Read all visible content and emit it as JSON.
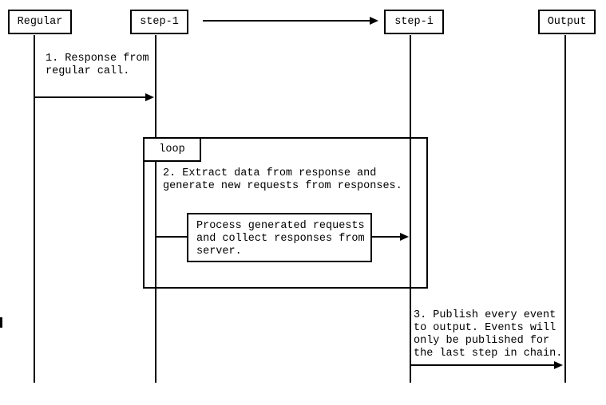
{
  "diagram": {
    "type": "sequence-diagram",
    "colors": {
      "background": "#ffffff",
      "line": "#000000",
      "text": "#000000"
    }
  },
  "lifelines": [
    {
      "label": "Regular"
    },
    {
      "label": "step-1"
    },
    {
      "label": "step-i"
    },
    {
      "label": "Output"
    }
  ],
  "fragment": {
    "label": "loop"
  },
  "messages": {
    "msg1": "1. Response from\nregular call.",
    "note2": "2. Extract data from response and\ngenerate new requests from responses.",
    "process": "Process generated requests\nand collect responses from\nserver.",
    "msg3": "3. Publish every event\nto output. Events will\nonly be published for\nthe last step in chain."
  }
}
